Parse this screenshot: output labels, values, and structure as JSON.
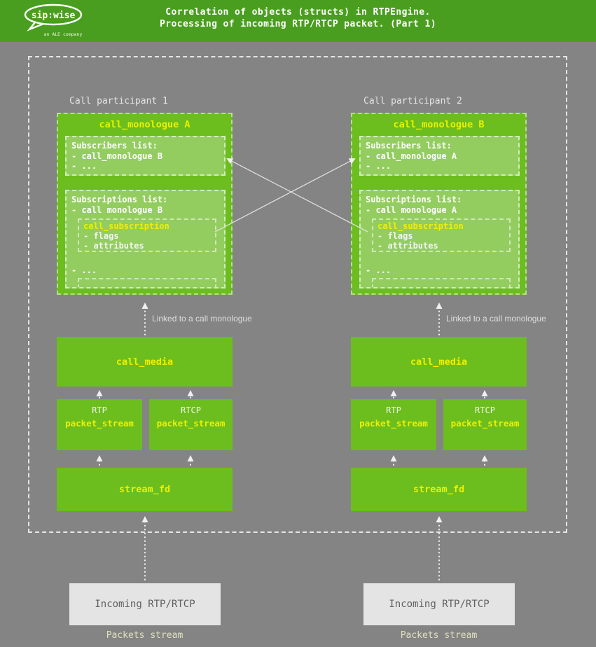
{
  "colors": {
    "bg": "#848484",
    "header_bg": "#4a9e1f",
    "box_green": "#6bbe1d",
    "inner_green": "#93cd5f",
    "accent_yellow": "#edf000",
    "incoming_bg": "#e4e4e4"
  },
  "header": {
    "logo_text": "sip:wise",
    "logo_subtext": "an ALE company",
    "title_line1": "Correlation of objects (structs) in RTPEngine.",
    "title_line2": "Processing of incoming RTP/RTCP packet. (Part 1)"
  },
  "participants": [
    {
      "label": "Call participant 1",
      "monologue": {
        "title": "call_monologue A",
        "subscribers_title": "Subscribers list:",
        "subscribers_items": [
          "- call_monologue B",
          "- ..."
        ],
        "subscriptions_title": "Subscriptions list:",
        "subscriptions_item": "- call monologue B",
        "subscription_title": "call_subscription",
        "subscription_items": [
          "- flags",
          "- attributes"
        ],
        "ellipsis": "- ..."
      },
      "linked_label": "Linked to a call monologue",
      "call_media_label": "call_media",
      "streams": [
        {
          "proto": "RTP",
          "label": "packet_stream"
        },
        {
          "proto": "RTCP",
          "label": "packet_stream"
        }
      ],
      "stream_fd_label": "stream_fd",
      "incoming_label": "Incoming RTP/RTCP",
      "packets_label": "Packets stream"
    },
    {
      "label": "Call participant 2",
      "monologue": {
        "title": "call_monologue B",
        "subscribers_title": "Subscribers list:",
        "subscribers_items": [
          "- call_monologue A",
          "- ..."
        ],
        "subscriptions_title": "Subscriptions list:",
        "subscriptions_item": "- call monologue A",
        "subscription_title": "call_subscription",
        "subscription_items": [
          "- flags",
          "- attributes"
        ],
        "ellipsis": "- ..."
      },
      "linked_label": "Linked to a call monologue",
      "call_media_label": "call_media",
      "streams": [
        {
          "proto": "RTP",
          "label": "packet_stream"
        },
        {
          "proto": "RTCP",
          "label": "packet_stream"
        }
      ],
      "stream_fd_label": "stream_fd",
      "incoming_label": "Incoming RTP/RTCP",
      "packets_label": "Packets stream"
    }
  ]
}
